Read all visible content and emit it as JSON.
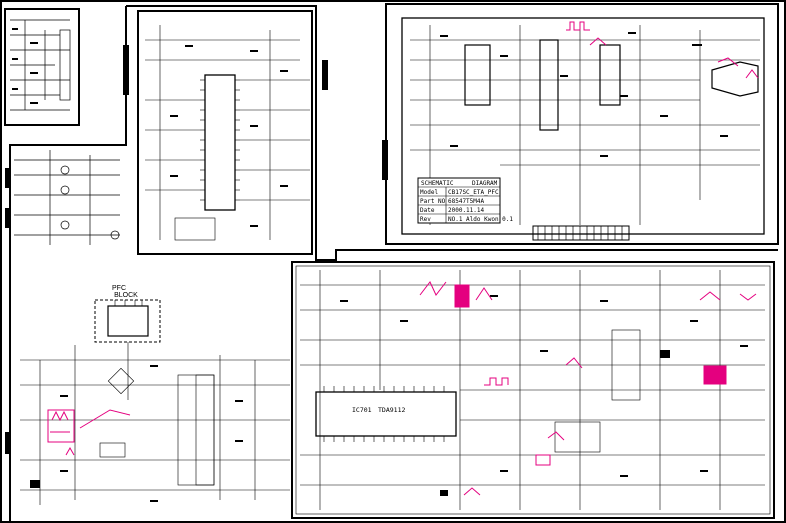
{
  "diagram": {
    "pfc_block": {
      "line1": "PFC",
      "line2": "BLOCK"
    },
    "main_ic": {
      "ref": "IC701",
      "part": "TDA9112"
    },
    "title_block": {
      "rows": [
        {
          "key": "SCHEMATIC",
          "value": "DIAGRAM"
        },
        {
          "key": "Model",
          "value": "CB17SC_ETA_PFC"
        },
        {
          "key": "Part NO",
          "value": "68547T5M4A"
        },
        {
          "key": "Date",
          "value": "2000.11.14"
        },
        {
          "key": "Rev",
          "value": "NO.1 Aldo Kwon 0.1"
        }
      ]
    },
    "colors": {
      "line": "#000000",
      "highlight": "#e4007f"
    }
  }
}
